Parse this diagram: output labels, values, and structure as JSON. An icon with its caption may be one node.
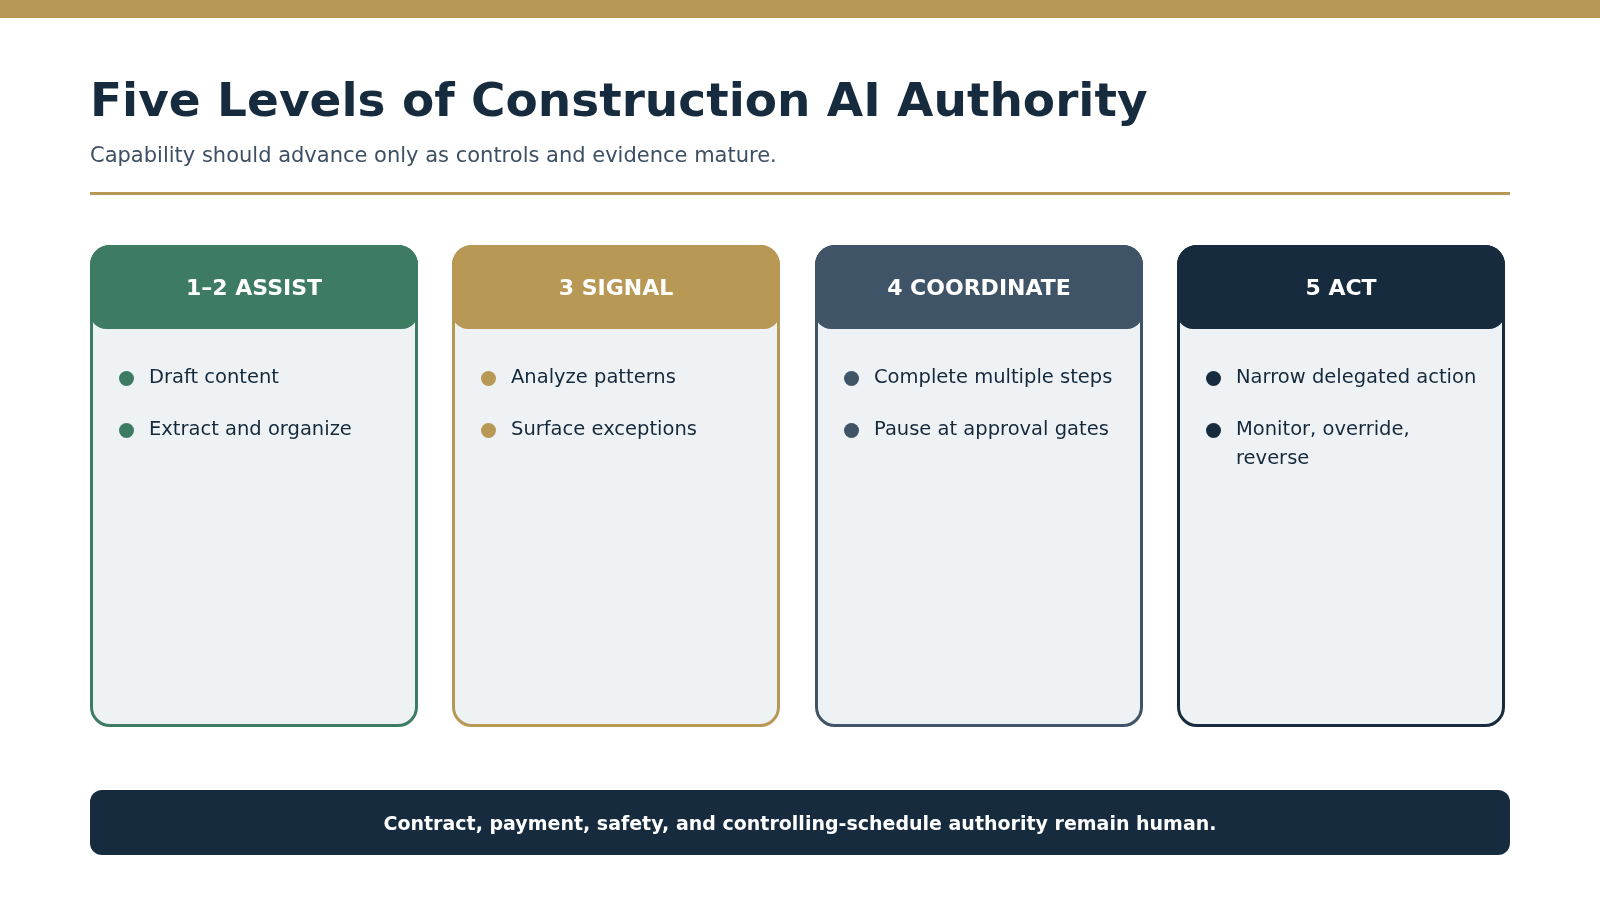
{
  "diagram": {
    "title": "Five Levels of Construction AI Authority",
    "nodes": [
      {
        "text": [
          "1–2 ASSIST",
          "Draft content",
          "Extract and organize"
        ]
      },
      {
        "text": [
          "3 SIGNAL",
          "Analyze patterns",
          "Surface exceptions"
        ]
      },
      {
        "text": [
          "4 COORDINATE",
          "Complete multiple steps",
          "Pause at approval gates"
        ]
      },
      {
        "text": [
          "5 ACT",
          "Narrow delegated action",
          "Monitor, override, reverse"
        ]
      },
      {
        "text": [
          "Contract, payment, safety, and controlling-schedule authority remain human."
        ]
      }
    ],
    "edges": [],
    "labels": [
      "Capability should advance only as controls and evidence mature."
    ]
  }
}
